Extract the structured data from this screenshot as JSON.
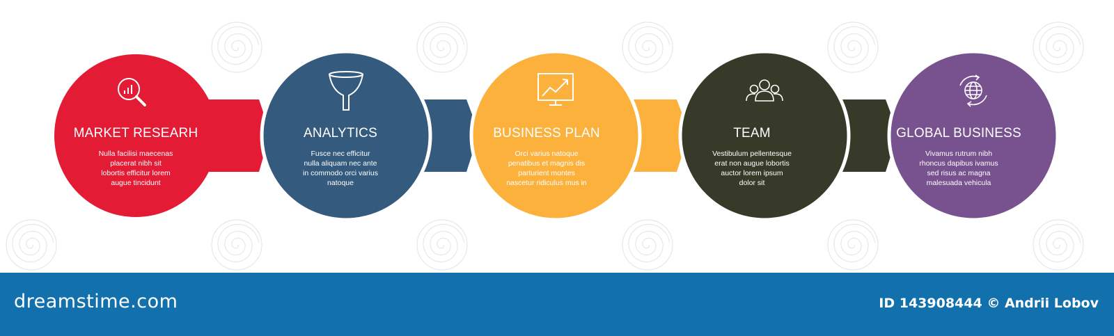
{
  "steps": [
    {
      "title": "MARKET RESEARH",
      "body": [
        "Nulla facilisi maecenas",
        "placerat nibh sit",
        "lobortis efficitur lorem",
        "augue tincidunt"
      ],
      "color": "#e31b35",
      "icon": "magnifier-chart-icon"
    },
    {
      "title": "ANALYTICS",
      "body": [
        "Fusce nec efficitur",
        "nulla aliquam nec ante",
        "in commodo orci varius",
        "natoque"
      ],
      "color": "#345a7e",
      "icon": "funnel-icon"
    },
    {
      "title": "BUSINESS PLAN",
      "body": [
        "Orci varius natoque",
        "penatibus et magnis dis",
        "parturient montes",
        "nascetur ridiculus mus in"
      ],
      "color": "#fbb13c",
      "icon": "presentation-chart-icon"
    },
    {
      "title": "TEAM",
      "body": [
        "Vestibulum pellentesque",
        "erat non augue lobortis",
        "auctor lorem ipsum",
        "dolor sit"
      ],
      "color": "#383a29",
      "icon": "team-icon"
    },
    {
      "title": "GLOBAL BUSINESS",
      "body": [
        "Vivamus rutrum nibh",
        "rhoncus dapibus ivamus",
        "sed risus ac magna",
        "malesuada vehicula"
      ],
      "color": "#77528f",
      "icon": "globe-cycle-icon"
    }
  ],
  "footer": {
    "logo": "dreamstime.com",
    "credit": "ID 143908444 © Andrii Lobov",
    "color": "#1271ad"
  }
}
